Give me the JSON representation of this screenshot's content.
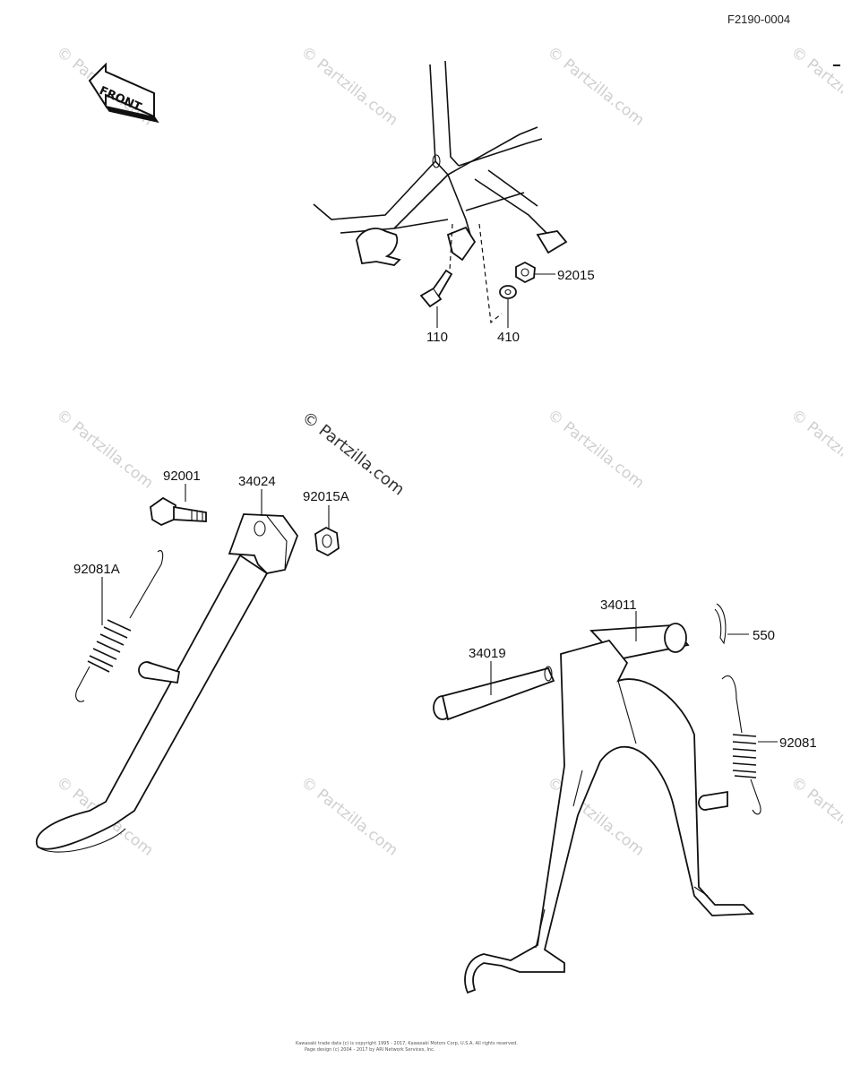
{
  "diagram_code": "F2190-0004",
  "front_arrow": {
    "text": "FRONT"
  },
  "watermark": {
    "text": "© Partzilla.com"
  },
  "watermark_center": {
    "text": "© Partzilla.com"
  },
  "footer": {
    "line1": "Kawasaki trade data (c) is copyright 1995 - 2017, Kawasaki Motors Corp, U.S.A. All rights reserved.",
    "line2": "Page design (c) 2004 - 2017 by ARI Network Services, Inc."
  },
  "callouts": [
    {
      "id": "92015",
      "label": "92015"
    },
    {
      "id": "110",
      "label": "110"
    },
    {
      "id": "410",
      "label": "410"
    },
    {
      "id": "92001",
      "label": "92001"
    },
    {
      "id": "34024",
      "label": "34024"
    },
    {
      "id": "92015A",
      "label": "92015A"
    },
    {
      "id": "92081A",
      "label": "92081A"
    },
    {
      "id": "34011",
      "label": "34011"
    },
    {
      "id": "550",
      "label": "550"
    },
    {
      "id": "34019",
      "label": "34019"
    },
    {
      "id": "92081",
      "label": "92081"
    }
  ],
  "icons": [
    "front-arrow-icon",
    "watermark-logo-icon"
  ]
}
